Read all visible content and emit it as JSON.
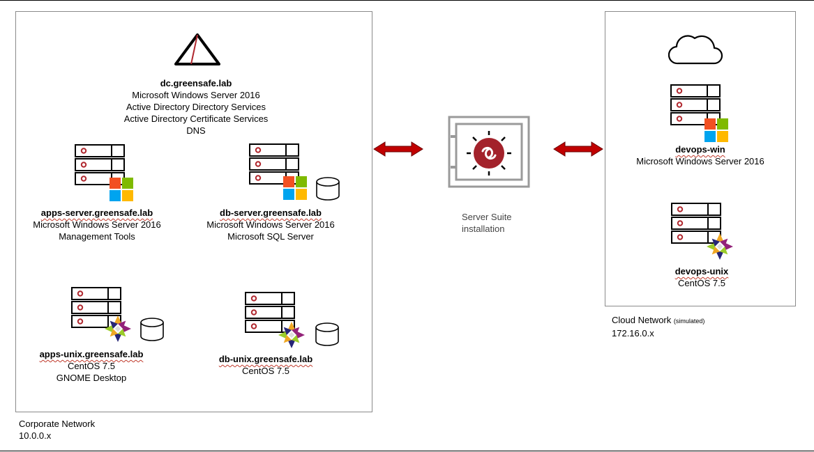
{
  "corporate_network": {
    "label_line1": "Corporate Network",
    "label_line2": "10.0.0.x"
  },
  "cloud_network": {
    "label_main": "Cloud Network",
    "label_note": "(simulated)",
    "label_line2": "172.16.0.x"
  },
  "center": {
    "label_line1": "Server Suite",
    "label_line2": "installation"
  },
  "nodes": {
    "dc": {
      "name": "dc.greensafe.lab",
      "line1": "Microsoft Windows Server 2016",
      "line2": "Active Directory Directory Services",
      "line3": "Active Directory Certificate Services",
      "line4": "DNS"
    },
    "apps_server": {
      "name": "apps-server.greensafe.lab",
      "line1": "Microsoft Windows Server 2016",
      "line2": "Management Tools"
    },
    "db_server": {
      "name": "db-server.greensafe.lab",
      "line1": "Microsoft Windows Server 2016",
      "line2": "Microsoft SQL Server"
    },
    "apps_unix": {
      "name": "apps-unix.greensafe.lab",
      "line1": "CentOS 7.5",
      "line2": "GNOME Desktop"
    },
    "db_unix": {
      "name": "db-unix.greensafe.lab",
      "line1": "CentOS 7.5"
    },
    "devops_win": {
      "name": "devops-win",
      "line1": "Microsoft Windows Server 2016"
    },
    "devops_unix": {
      "name": "devops-unix",
      "line1": "CentOS 7.5"
    }
  },
  "colors": {
    "server_red": "#b0282f",
    "arrow_red": "#c00000",
    "vault_gray": "#9a9a9a",
    "win_red": "#f25022",
    "win_green": "#7fba00",
    "win_blue": "#00a4ef",
    "win_yellow": "#ffb900",
    "centos_purple": "#932279",
    "centos_green": "#9ccd2a",
    "centos_orange": "#efa724",
    "centos_blue": "#262577"
  },
  "icons": [
    "pyramid-icon",
    "server-icon",
    "windows-logo-icon",
    "centos-logo-icon",
    "database-icon",
    "cloud-icon",
    "vault-icon",
    "double-arrow-icon"
  ]
}
